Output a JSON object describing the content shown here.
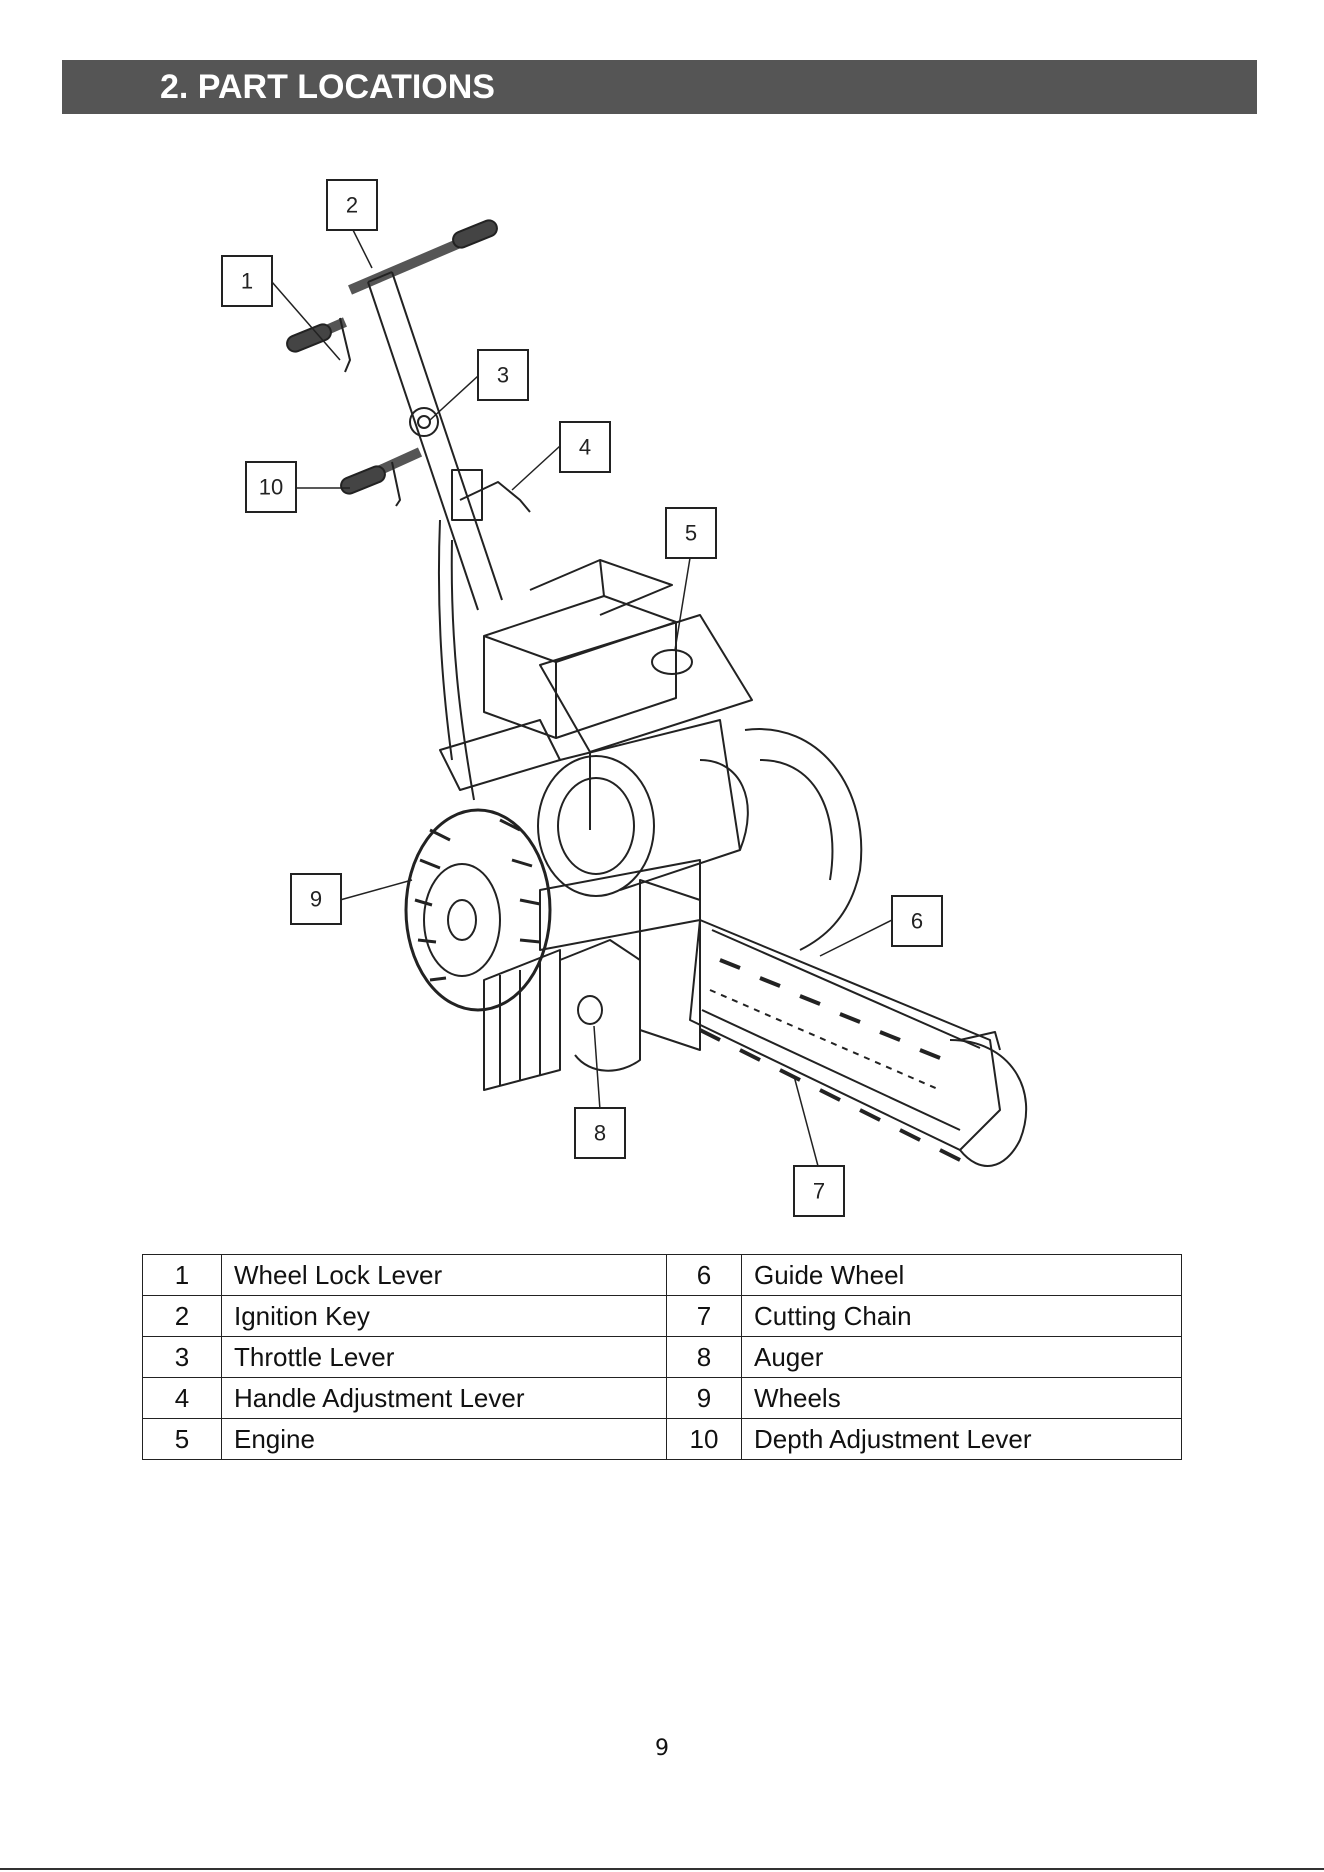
{
  "header": {
    "title": "2. PART LOCATIONS"
  },
  "callouts": [
    "1",
    "2",
    "3",
    "4",
    "5",
    "6",
    "7",
    "8",
    "9",
    "10"
  ],
  "parts": [
    {
      "left_num": "1",
      "left_name": "Wheel Lock Lever",
      "right_num": "6",
      "right_name": "Guide Wheel"
    },
    {
      "left_num": "2",
      "left_name": "Ignition Key",
      "right_num": "7",
      "right_name": "Cutting Chain"
    },
    {
      "left_num": "3",
      "left_name": "Throttle Lever",
      "right_num": "8",
      "right_name": "Auger"
    },
    {
      "left_num": "4",
      "left_name": "Handle Adjustment Lever",
      "right_num": "9",
      "right_name": "Wheels"
    },
    {
      "left_num": "5",
      "left_name": "Engine",
      "right_num": "10",
      "right_name": "Depth Adjustment Lever"
    }
  ],
  "page_number": "9"
}
